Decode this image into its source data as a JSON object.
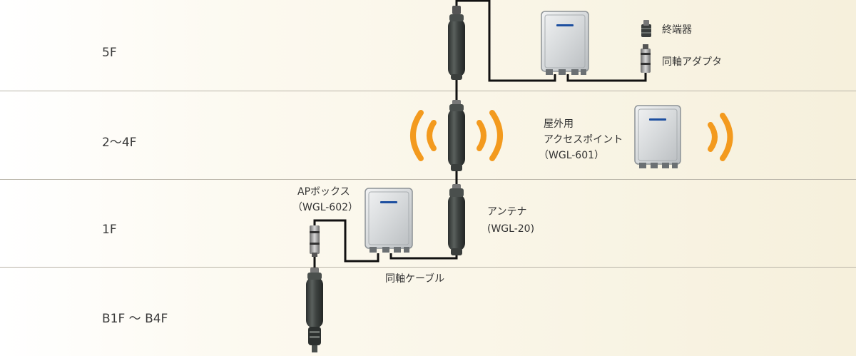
{
  "floors": {
    "f5": "5F",
    "f2_4": "2～4F",
    "f1": "1F",
    "b1_b4": "B1F ～ B4F"
  },
  "legend": {
    "terminator": "終端器",
    "coax_adapter": "同軸アダプタ"
  },
  "outdoor_ap": {
    "line1": "屋外用",
    "line2": "アクセスポイント",
    "line3": "（WGL-601）"
  },
  "ap_box": {
    "line1": "APボックス",
    "line2": "（WGL-602）"
  },
  "antenna": {
    "line1": "アンテナ",
    "line2": "(WGL-20)"
  },
  "coax_cable": "同軸ケーブル",
  "colors": {
    "signal": "#f39a1e",
    "cable": "#111111",
    "antenna": "#3b403e",
    "box": "#d9dcde",
    "brand": "#1d4fa0"
  }
}
